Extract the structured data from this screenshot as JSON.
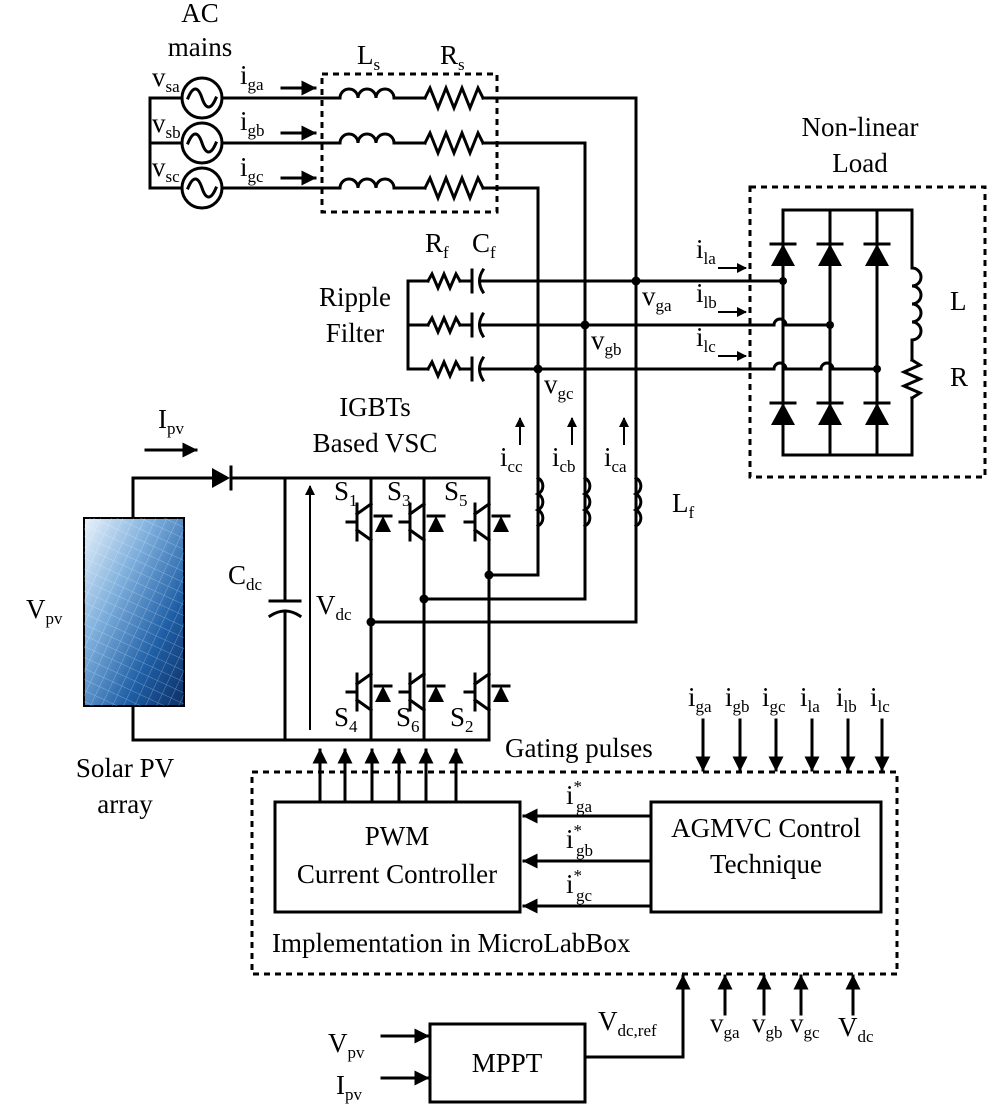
{
  "labels": {
    "ac_mains_1": "AC",
    "ac_mains_2": "mains",
    "nonlinear_load_1": "Non-linear",
    "nonlinear_load_2": "Load",
    "ripple_filter_1": "Ripple",
    "ripple_filter_2": "Filter",
    "igbts_1": "IGBTs",
    "igbts_2": "Based VSC",
    "solar_1": "Solar PV",
    "solar_2": "array",
    "gating_pulses": "Gating  pulses",
    "implementation": "Implementation in MicroLabBox",
    "pwm_1": "PWM",
    "pwm_2": "Current Controller",
    "agmvc_1": "AGMVC Control",
    "agmvc_2": "Technique",
    "mppt": "MPPT",
    "load_L": "L",
    "load_R": "R"
  },
  "symbols": {
    "v_main": "v",
    "i_main": "i",
    "V_main": "V",
    "I_main": "I",
    "L_main": "L",
    "R_main": "R",
    "C_main": "C",
    "S_main": "S",
    "star": "*",
    "sa": "sa",
    "sb": "sb",
    "sc": "sc",
    "ga": "ga",
    "gb": "gb",
    "gc": "gc",
    "la": "la",
    "lb": "lb",
    "lc": "lc",
    "ca": "ca",
    "cb": "cb",
    "cc": "cc",
    "s": "s",
    "f": "f",
    "dc": "dc",
    "pv": "pv",
    "dcref": "dc,ref",
    "n1": "1",
    "n2": "2",
    "n3": "3",
    "n4": "4",
    "n5": "5",
    "n6": "6"
  }
}
